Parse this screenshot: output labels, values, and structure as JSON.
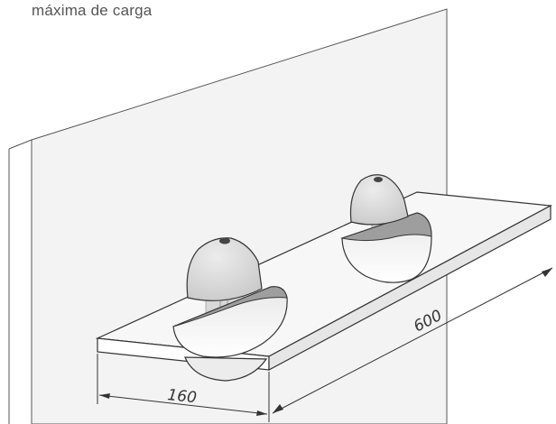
{
  "caption": "máxima de carga",
  "dimensions": {
    "depth_label": "160",
    "length_label": "600"
  },
  "colors": {
    "wall": "#f2f2f2",
    "shelf_top": "#f6f6f6",
    "bracket_light": "#dcdcdc",
    "bracket_dark": "#a0a0a0",
    "line": "#333333"
  }
}
